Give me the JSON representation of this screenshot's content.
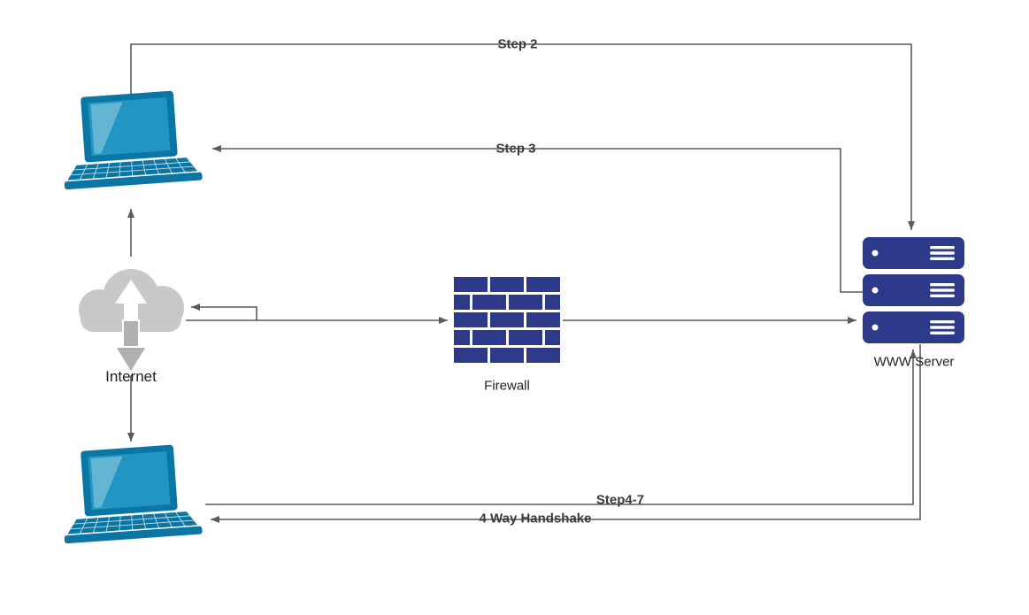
{
  "diagram": {
    "connector_labels": {
      "step2": "Step 2",
      "step3": "Step 3",
      "step4_7": "Step4-7",
      "four_way_handshake": "4 Way Handshake"
    },
    "node_labels": {
      "internet": "Internet",
      "firewall": "Firewall",
      "www_server": "WWW Server"
    },
    "colors": {
      "node_navy": "#2d3a8a",
      "laptop_teal": "#0b76a4",
      "laptop_screen": "#2196c2",
      "cloud_gray": "#c8c8c8",
      "cloud_arrow_gray": "#b0b0b0",
      "connector_gray": "#5b5b5b"
    },
    "icons": {
      "top_left": "laptop-icon",
      "bottom_left": "laptop-icon",
      "center_left": "internet-cloud-icon",
      "center": "firewall-brick-icon",
      "right": "server-stack-icon"
    }
  }
}
